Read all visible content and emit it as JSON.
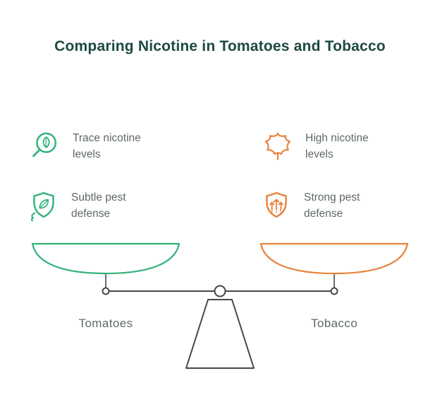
{
  "title": "Comparing Nicotine in Tomatoes and Tobacco",
  "colors": {
    "green": "#34b27c",
    "orange": "#e8833c",
    "scale": "#43484b",
    "text": "#60686b",
    "title": "#1e4843"
  },
  "comparison": {
    "left": {
      "label": "Tomatoes",
      "accent": "#34b27c",
      "items": [
        {
          "icon": "leaf-magnifier-icon",
          "text": "Trace nicotine levels"
        },
        {
          "icon": "shield-leaf-icon",
          "text": "Subtle pest defense"
        }
      ]
    },
    "right": {
      "label": "Tobacco",
      "accent": "#e8833c",
      "items": [
        {
          "icon": "tobacco-leaf-icon",
          "text": "High nicotine levels"
        },
        {
          "icon": "shield-arrows-icon",
          "text": "Strong pest defense"
        }
      ]
    }
  }
}
